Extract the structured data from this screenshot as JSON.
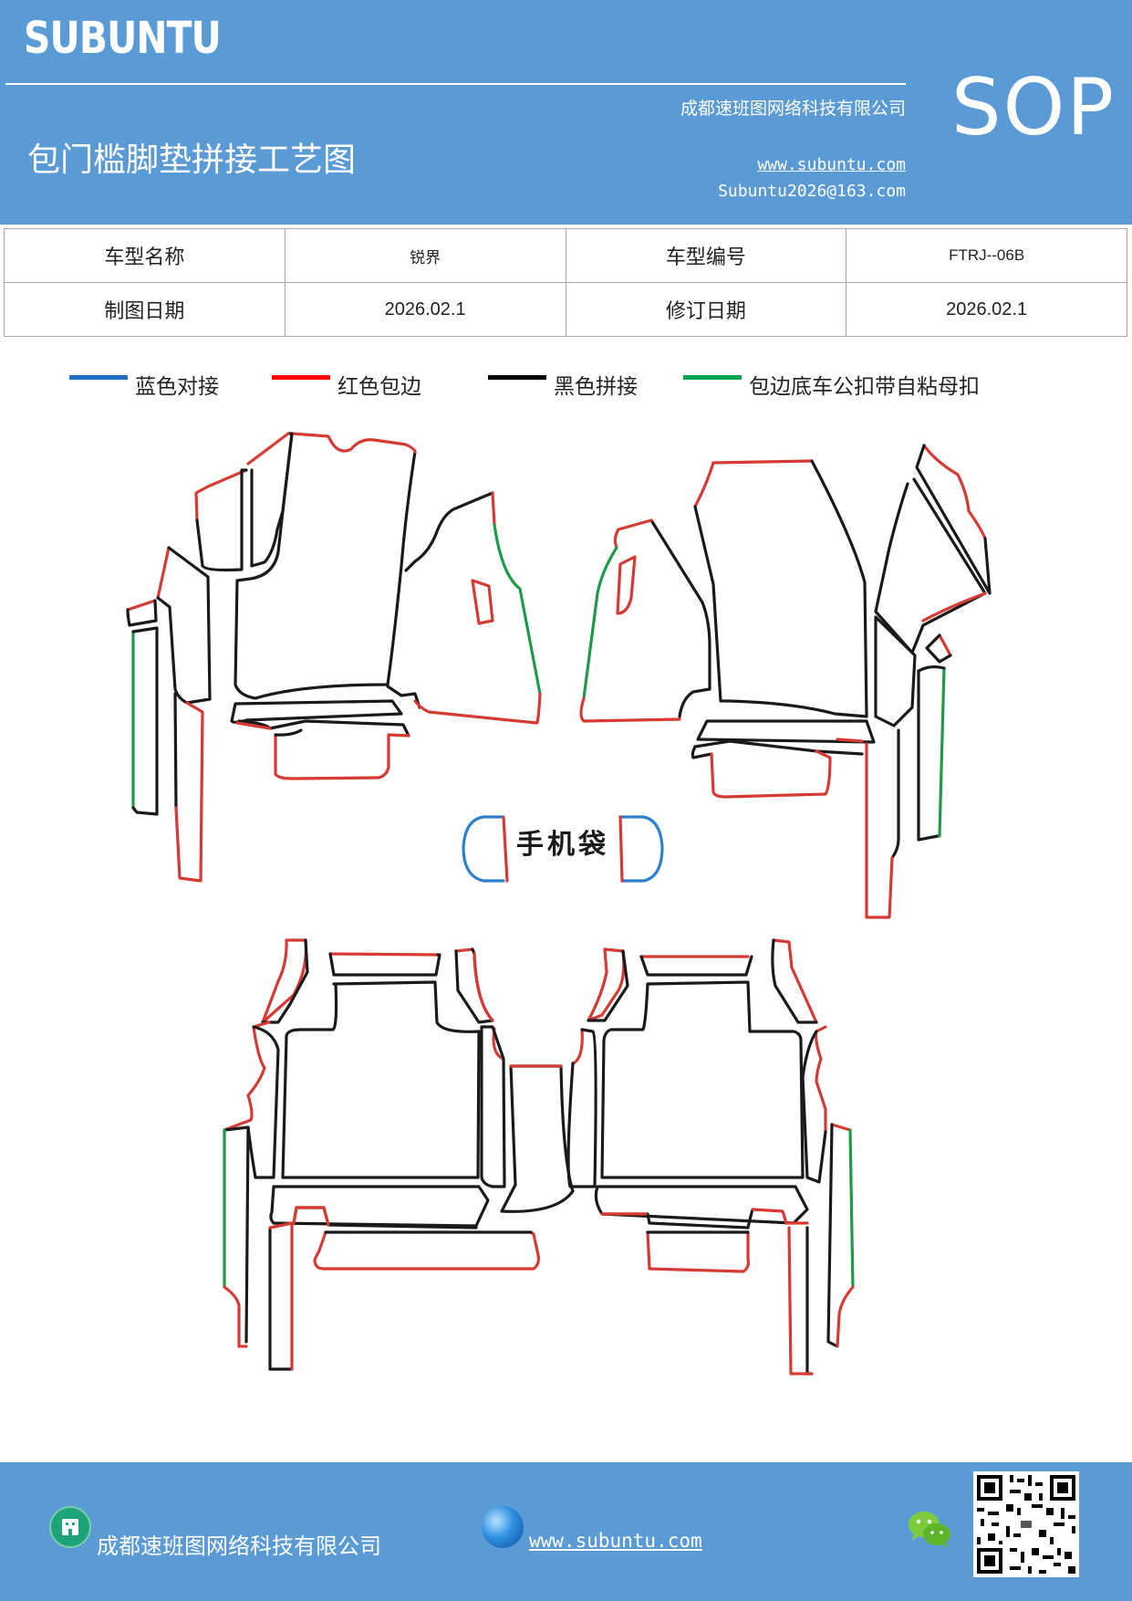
{
  "header": {
    "brand": "SUBUNTU",
    "company": "成都速班图网络科技有限公司",
    "title": "包门槛脚垫拼接工艺图",
    "url": "www.subuntu.com",
    "email": "Subuntu2026@163.com",
    "badge": "SOP"
  },
  "info_table": {
    "model_name_label": "车型名称",
    "model_name": "锐界",
    "model_code_label": "车型编号",
    "model_code": "FTRJ--06B",
    "draw_date_label": "制图日期",
    "draw_date": "2026.02.1",
    "revise_date_label": "修订日期",
    "revise_date": "2026.02.1"
  },
  "legend": [
    {
      "label": "蓝色对接",
      "color": "#1f6fc0"
    },
    {
      "label": "红色包边",
      "color": "#ff0000"
    },
    {
      "label": "黑色拼接",
      "color": "#000000"
    },
    {
      "label": "包边底车公扣带自粘母扣",
      "color": "#00a651"
    }
  ],
  "colors": {
    "red": "#d63a35",
    "black": "#1a1a1a",
    "green": "#1f9a48",
    "blue": "#2d7fd0",
    "header": "#5b9bd5"
  },
  "drawing": {
    "phone_pocket_label": "手机袋"
  },
  "footer": {
    "company": "成都速班图网络科技有限公司",
    "url": "www.subuntu.com",
    "icons": [
      "building-icon",
      "globe-icon",
      "wechat-icon",
      "qr-code"
    ]
  }
}
